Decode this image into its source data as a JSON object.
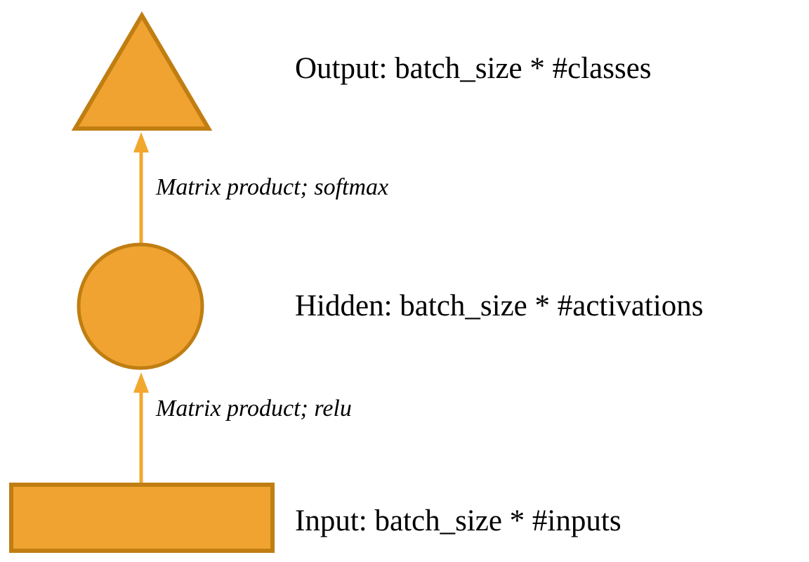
{
  "diagram": {
    "nodes": {
      "output": {
        "label": "Output: batch_size * #classes",
        "shape": "triangle"
      },
      "hidden": {
        "label": "Hidden: batch_size * #activations",
        "shape": "circle"
      },
      "input": {
        "label": "Input: batch_size * #inputs",
        "shape": "rectangle"
      }
    },
    "edges": {
      "hidden_to_output": {
        "label": "Matrix product; softmax"
      },
      "input_to_hidden": {
        "label": "Matrix product; relu"
      }
    },
    "colors": {
      "shape_fill": "#F0A330",
      "shape_stroke": "#C07E12",
      "arrow": "#F2A72E",
      "text": "#000000",
      "background": "#FFFFFF"
    }
  }
}
